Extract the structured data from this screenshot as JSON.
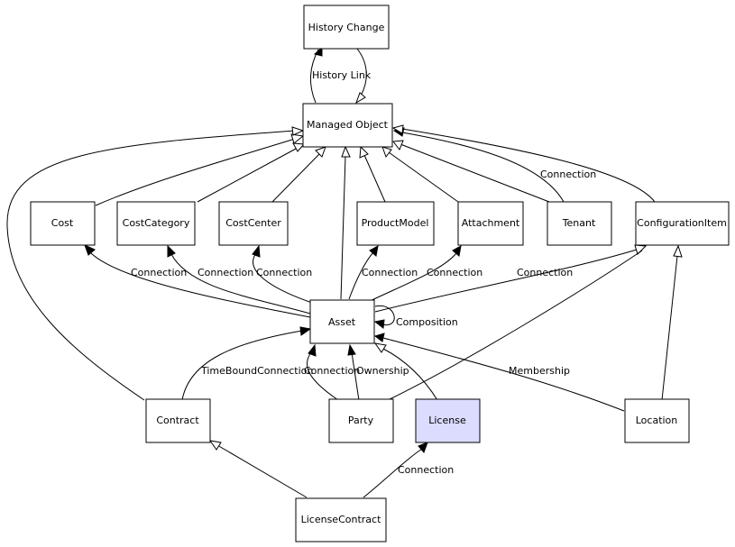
{
  "diagram": {
    "highlight_color": "#dcdcff",
    "nodes": {
      "history_change": "History Change",
      "managed_object": "Managed Object",
      "cost": "Cost",
      "cost_category": "CostCategory",
      "cost_center": "CostCenter",
      "product_model": "ProductModel",
      "attachment": "Attachment",
      "tenant": "Tenant",
      "configuration_item": "ConfigurationItem",
      "asset": "Asset",
      "contract": "Contract",
      "party": "Party",
      "license": "License",
      "location": "Location",
      "license_contract": "LicenseContract"
    },
    "edge_labels": {
      "history_link": "History Link",
      "tenant_connection": "Connection",
      "asset_cost": "Connection",
      "asset_cost_category": "Connection",
      "asset_cost_center": "Connection",
      "asset_product_model": "Connection",
      "asset_attachment": "Connection",
      "asset_configuration_item": "Connection",
      "composition": "Composition",
      "time_bound_connection": "TimeBoundConnection",
      "party_connection": "Connection",
      "ownership": "Ownership",
      "membership": "Membership",
      "license_contract_connection": "Connection"
    }
  }
}
